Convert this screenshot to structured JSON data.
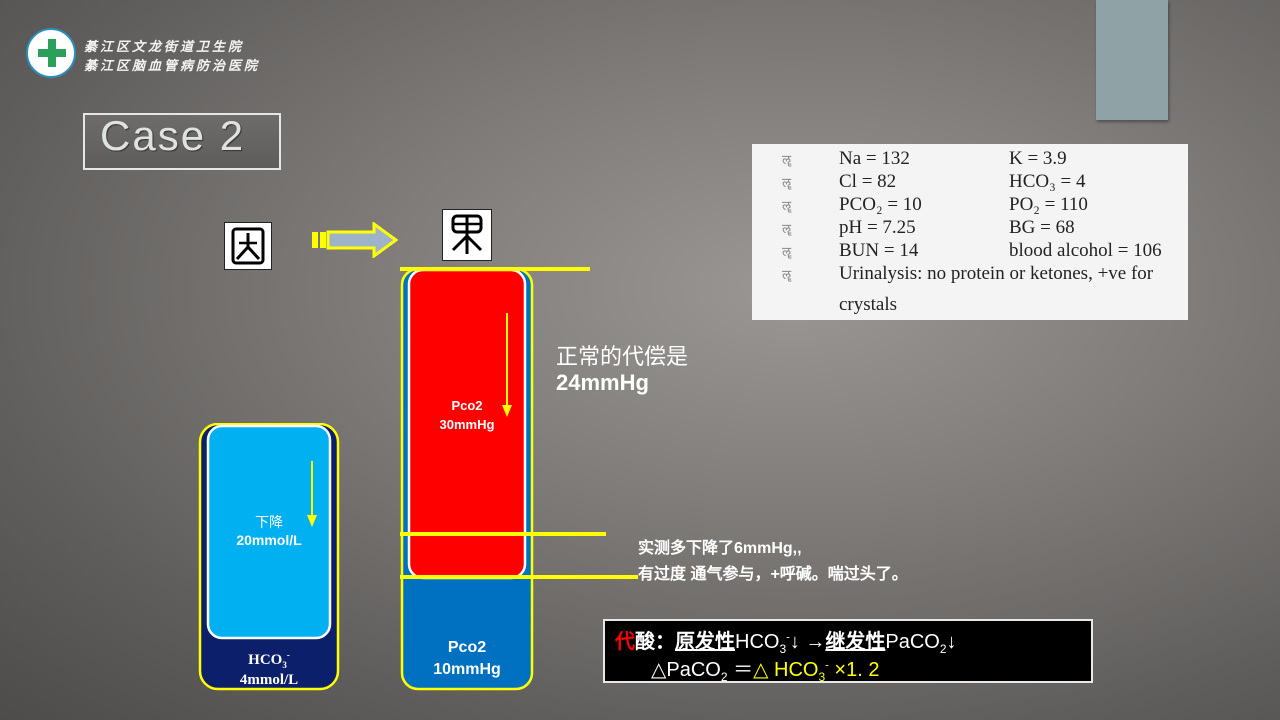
{
  "header": {
    "org_line1": "綦江区文龙街道卫生院",
    "org_line2": "綦江区脑血管病防治医院",
    "logo_icon": "hospital-cross-emblem"
  },
  "title": "Case 2",
  "cause_glyph": "因",
  "effect_glyph": "果",
  "lab": {
    "rows": [
      {
        "left": "Na = 132",
        "right": "K = 3.9"
      },
      {
        "left": "Cl = 82",
        "right": "HCO₃ = 4"
      },
      {
        "left": "PCO₂ = 10",
        "right": "PO₂ = 110"
      },
      {
        "left": "pH = 7.25",
        "right": "BG = 68"
      },
      {
        "left": "BUN = 14",
        "right": "blood alcohol = 106"
      },
      {
        "left": "Urinalysis: no protein or ketones, +ve for",
        "right": ""
      }
    ],
    "last_line": "crystals",
    "bullet": "ॡ"
  },
  "hco3_column": {
    "inner_label_1": "下降",
    "inner_label_2": "20mmol/L",
    "bottom_label_1": "HCO",
    "bottom_sub": "3",
    "bottom_sup": "-",
    "bottom_label_2": "4mmol/L"
  },
  "pco2_column": {
    "red_label_1": "Pco2",
    "red_label_2": "30mmHg",
    "bottom_label_1": "Pco2",
    "bottom_label_2": "10mmHg"
  },
  "normal_comp": {
    "line1": "正常的代偿是",
    "line2": "24mmHg"
  },
  "measured": {
    "line1": "实测多下降了6mmHg,,",
    "line2": "有过度 通气参与，+呼碱。喘过头了。"
  },
  "formula": {
    "prefix_red": "代",
    "prefix": "酸：",
    "primary": "原发性",
    "hco3": "HCO",
    "arrow_down": "↓",
    "arrow_right": " →",
    "secondary": "继发性",
    "paco2": "PaCO",
    "line2_a": "△PaCO",
    "line2_eq": " ＝",
    "line2_b": "△ HCO",
    "line2_c": " ×1. 2"
  },
  "colors": {
    "red": "#ff0000",
    "cyan": "#00b0f0",
    "blue": "#0070c0",
    "navy": "#0b1f6b",
    "yellow": "#ffff00"
  }
}
